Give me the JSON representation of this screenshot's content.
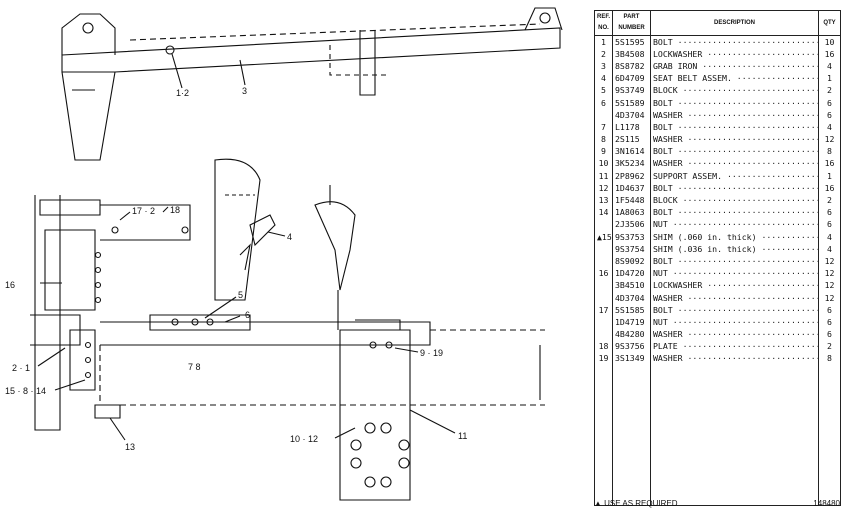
{
  "drawing": {
    "callouts": {
      "c1": "1·2",
      "c2": "3",
      "c3": "17 · 2",
      "c4": "18",
      "c5": "4",
      "c6": "16",
      "c7": "5",
      "c8": "6",
      "c9": "2 · 1",
      "c10": "7   8",
      "c11": "9 · 19",
      "c12": "15 · 8 · 14",
      "c13": "10 · 12",
      "c14": "11",
      "c15": "13"
    }
  },
  "parts_list": {
    "headers": {
      "ref": "REF. NO.",
      "part": "PART NUMBER",
      "description": "DESCRIPTION",
      "qty": "QTY"
    },
    "rows": [
      {
        "ref": "1",
        "part": "5S1595",
        "desc": "BOLT",
        "qty": "10"
      },
      {
        "ref": "2",
        "part": "3B4508",
        "desc": "LOCKWASHER",
        "qty": "16"
      },
      {
        "ref": "3",
        "part": "8S8782",
        "desc": "GRAB IRON",
        "qty": "4"
      },
      {
        "ref": "4",
        "part": "6D4709",
        "desc": "SEAT BELT ASSEM.",
        "qty": "1"
      },
      {
        "ref": "5",
        "part": "9S3749",
        "desc": "BLOCK",
        "qty": "2"
      },
      {
        "ref": "6",
        "part": "5S1589",
        "desc": "BOLT",
        "qty": "6"
      },
      {
        "ref": "",
        "part": "4D3704",
        "desc": "WASHER",
        "qty": "6"
      },
      {
        "ref": "7",
        "part": "L1178",
        "desc": "BOLT",
        "qty": "4"
      },
      {
        "ref": "8",
        "part": "2S115",
        "desc": "WASHER",
        "qty": "12"
      },
      {
        "ref": "9",
        "part": "3N1614",
        "desc": "BOLT",
        "qty": "8"
      },
      {
        "ref": "10",
        "part": "3K5234",
        "desc": "WASHER",
        "qty": "16"
      },
      {
        "ref": "11",
        "part": "2P8962",
        "desc": "SUPPORT ASSEM.",
        "qty": "1"
      },
      {
        "ref": "12",
        "part": "1D4637",
        "desc": "BOLT",
        "qty": "16"
      },
      {
        "ref": "13",
        "part": "1F5448",
        "desc": "BLOCK",
        "qty": "2"
      },
      {
        "ref": "14",
        "part": "1A8063",
        "desc": "BOLT",
        "qty": "6"
      },
      {
        "ref": "",
        "part": "2J3506",
        "desc": "NUT",
        "qty": "6"
      },
      {
        "ref": "▲15",
        "part": "9S3753",
        "desc": "SHIM  (.060 in. thick)",
        "qty": "4"
      },
      {
        "ref": "",
        "part": "9S3754",
        "desc": "SHIM  (.036 in. thick)",
        "qty": "4"
      },
      {
        "ref": "",
        "part": "8S9092",
        "desc": "BOLT",
        "qty": "12"
      },
      {
        "ref": "16",
        "part": "1D4720",
        "desc": "NUT",
        "qty": "12"
      },
      {
        "ref": "",
        "part": "3B4510",
        "desc": "LOCKWASHER",
        "qty": "12"
      },
      {
        "ref": "",
        "part": "4D3704",
        "desc": "WASHER",
        "qty": "12"
      },
      {
        "ref": "17",
        "part": "5S1585",
        "desc": "BOLT",
        "qty": "6"
      },
      {
        "ref": "",
        "part": "1D4719",
        "desc": "NUT",
        "qty": "6"
      },
      {
        "ref": "",
        "part": "4B4280",
        "desc": "WASHER",
        "qty": "6"
      },
      {
        "ref": "18",
        "part": "9S3756",
        "desc": "PLATE",
        "qty": "2"
      },
      {
        "ref": "19",
        "part": "3S1349",
        "desc": "WASHER",
        "qty": "8"
      }
    ],
    "footnote": "▲ USE AS REQUIRED",
    "drawing_number": "148480"
  }
}
